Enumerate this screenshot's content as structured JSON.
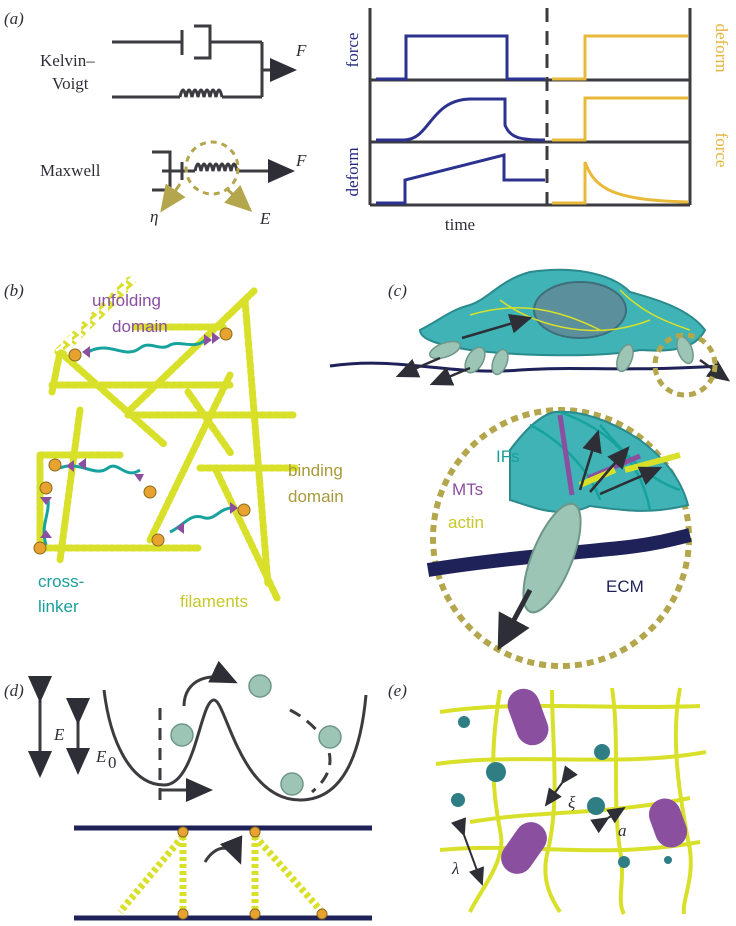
{
  "panels": {
    "a": "(a)",
    "b": "(b)",
    "c": "(c)",
    "d": "(d)",
    "e": "(e)"
  },
  "panel_a": {
    "kelvin_voigt_line1": "Kelvin–",
    "kelvin_voigt_line2": "Voigt",
    "maxwell": "Maxwell",
    "force_symbol": "F",
    "eta": "η",
    "modulus": "E",
    "plot_force_left": "force",
    "plot_deform_left": "deform",
    "plot_deform_right": "deform",
    "plot_force_right": "force",
    "xlabel": "time"
  },
  "panel_b": {
    "unfolding_line1": "unfolding",
    "unfolding_line2": "domain",
    "binding_line1": "binding",
    "binding_line2": "domain",
    "crosslinker_line1": "cross-",
    "crosslinker_line2": "linker",
    "filaments": "filaments"
  },
  "panel_c": {
    "ifs": "IFs",
    "mts": "MTs",
    "actin": "actin",
    "ecm": "ECM"
  },
  "panel_d": {
    "energy": "E",
    "energy0": "E",
    "energy0_sub": "0"
  },
  "panel_e": {
    "xi": "ξ",
    "a": "a",
    "lambda": "λ"
  },
  "colors": {
    "navy": "#1f2159",
    "plot_blue": "#2c3290",
    "plot_gold": "#e9b93a",
    "filament_yellow": "#d9e02a",
    "teal_cell": "#3fb3b5",
    "crosslinker_teal": "#17a39d",
    "purple": "#8b4fa0",
    "orange_node": "#e8a230",
    "olive_dash": "#b3a64c",
    "bead": "#9dc5b6",
    "dark_teal_bead": "#2f7e86"
  }
}
